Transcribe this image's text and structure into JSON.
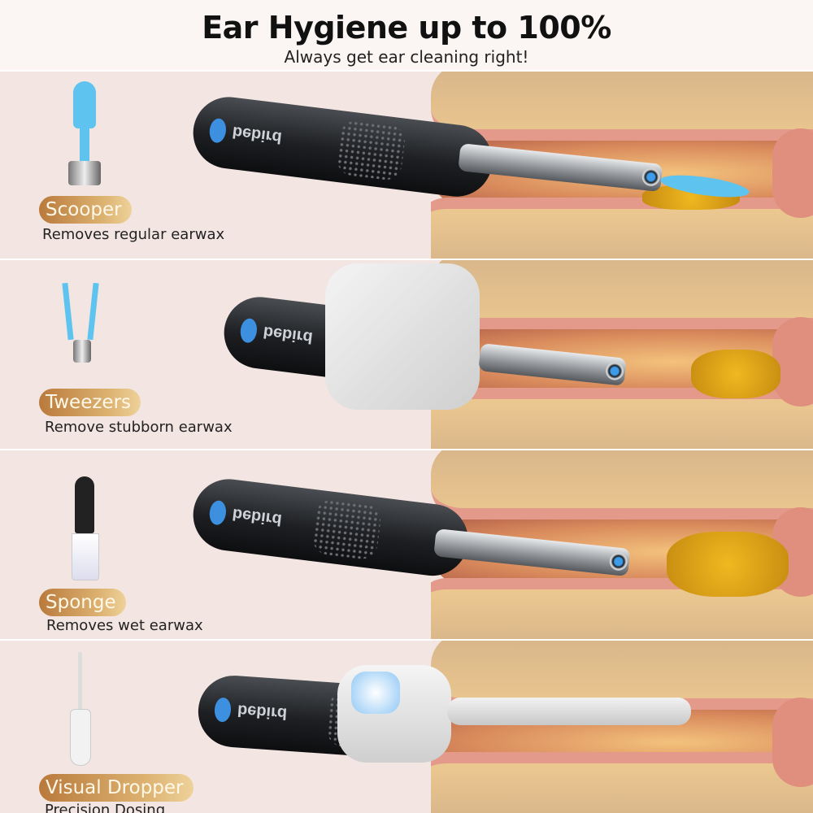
{
  "header": {
    "title": "Ear Hygiene up to 100%",
    "subtitle": "Always get ear cleaning right!"
  },
  "brand": {
    "logo_text": "bebird",
    "accent_color": "#3d9be8",
    "pill_gradient": [
      "#b97a3c",
      "#eed29a"
    ]
  },
  "rows": [
    {
      "label": "Scooper",
      "description": "Removes regular earwax",
      "icon": "scooper-tip-icon"
    },
    {
      "label": "Tweezers",
      "description": "Remove stubborn earwax",
      "icon": "tweezers-tip-icon"
    },
    {
      "label": "Sponge",
      "description": "Removes wet earwax",
      "icon": "sponge-tip-icon"
    },
    {
      "label": "Visual Dropper",
      "description": "Precision Dosing",
      "icon": "dropper-tip-icon"
    }
  ]
}
